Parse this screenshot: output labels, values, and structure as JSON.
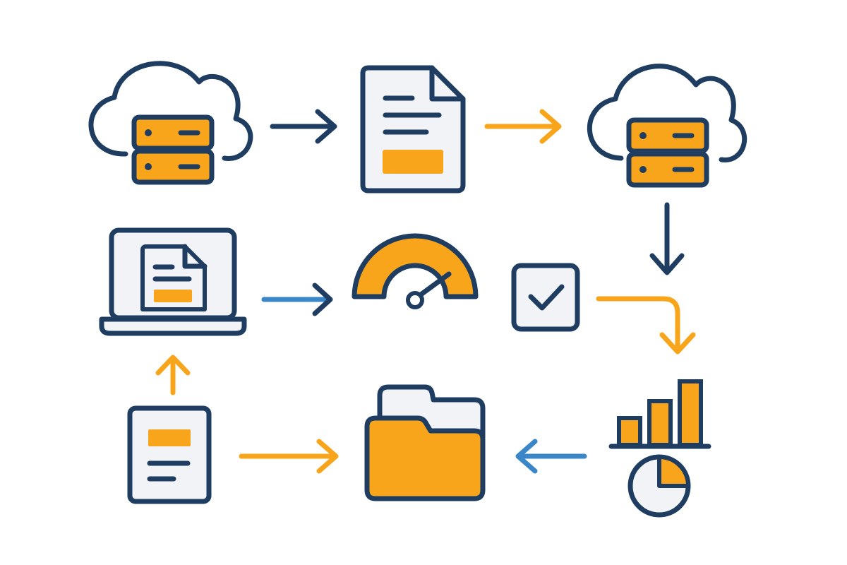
{
  "diagram": {
    "style": "flat line-icon workflow",
    "colors": {
      "outline": "#1f3d61",
      "accent_orange": "#f9a51b",
      "accent_blue": "#3a86c8",
      "paper_fill": "#f1f3f6",
      "background": "#ffffff"
    },
    "nodes": [
      {
        "id": "cloud-server-source",
        "icon": "cloud-server-icon"
      },
      {
        "id": "document",
        "icon": "document-icon"
      },
      {
        "id": "cloud-server-destination",
        "icon": "cloud-server-icon"
      },
      {
        "id": "laptop-document",
        "icon": "laptop-icon"
      },
      {
        "id": "speed-gauge",
        "icon": "gauge-icon"
      },
      {
        "id": "checkbox",
        "icon": "checkbox-checked-icon"
      },
      {
        "id": "small-document",
        "icon": "document-icon"
      },
      {
        "id": "folder",
        "icon": "folder-icon"
      },
      {
        "id": "analytics-charts",
        "icon": "bar-chart-pie-icon"
      }
    ],
    "edges": [
      {
        "from": "cloud-server-source",
        "to": "document",
        "color": "navy"
      },
      {
        "from": "document",
        "to": "cloud-server-destination",
        "color": "orange"
      },
      {
        "from": "cloud-server-destination",
        "to": "analytics-charts",
        "color": "navy",
        "via": "down"
      },
      {
        "from": "checkbox",
        "to": "analytics-charts",
        "color": "orange",
        "via": "elbow"
      },
      {
        "from": "laptop-document",
        "to": "speed-gauge",
        "color": "blue"
      },
      {
        "from": "analytics-charts",
        "to": "folder",
        "color": "blue"
      },
      {
        "from": "small-document",
        "to": "folder",
        "color": "orange"
      },
      {
        "from": "small-document",
        "to": "laptop-document",
        "color": "orange"
      }
    ]
  }
}
